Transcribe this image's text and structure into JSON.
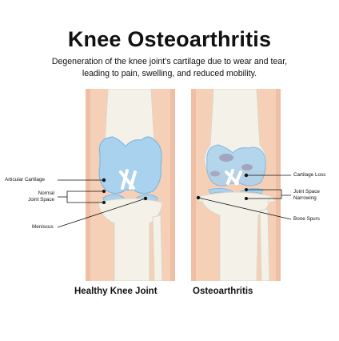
{
  "header": {
    "title": "Knee Osteoarthritis",
    "subtitle_line1": "Degeneration of the knee joint’s cartilage due to wear and tear,",
    "subtitle_line2": "leading to pain, swelling, and reduced mobility."
  },
  "panels": {
    "healthy": {
      "caption": "Healthy Knee Joint",
      "labels": {
        "articular_cartilage": "Articular Cartilage",
        "normal_line1": "Normal",
        "normal_line2": "Joint Space",
        "meniscus": "Meniscus"
      }
    },
    "arthritic": {
      "caption": "Osteoarthritis",
      "labels": {
        "cartilage_loss": "Cartilage Loss",
        "narrowing_line1": "Joint Space",
        "narrowing_line2": "Narrowing",
        "bone_spurs": "Bone Spurs"
      }
    }
  },
  "colors": {
    "skin": "#f6cfb7",
    "skin_edge": "#eab497",
    "bone": "#f4f1e9",
    "bone_edge": "#dcd6c8",
    "cartilage": "#a9d2ee",
    "cartilage_edge": "#7fb8df",
    "damage": "#9b8fa8",
    "ligament": "#ffffff"
  }
}
